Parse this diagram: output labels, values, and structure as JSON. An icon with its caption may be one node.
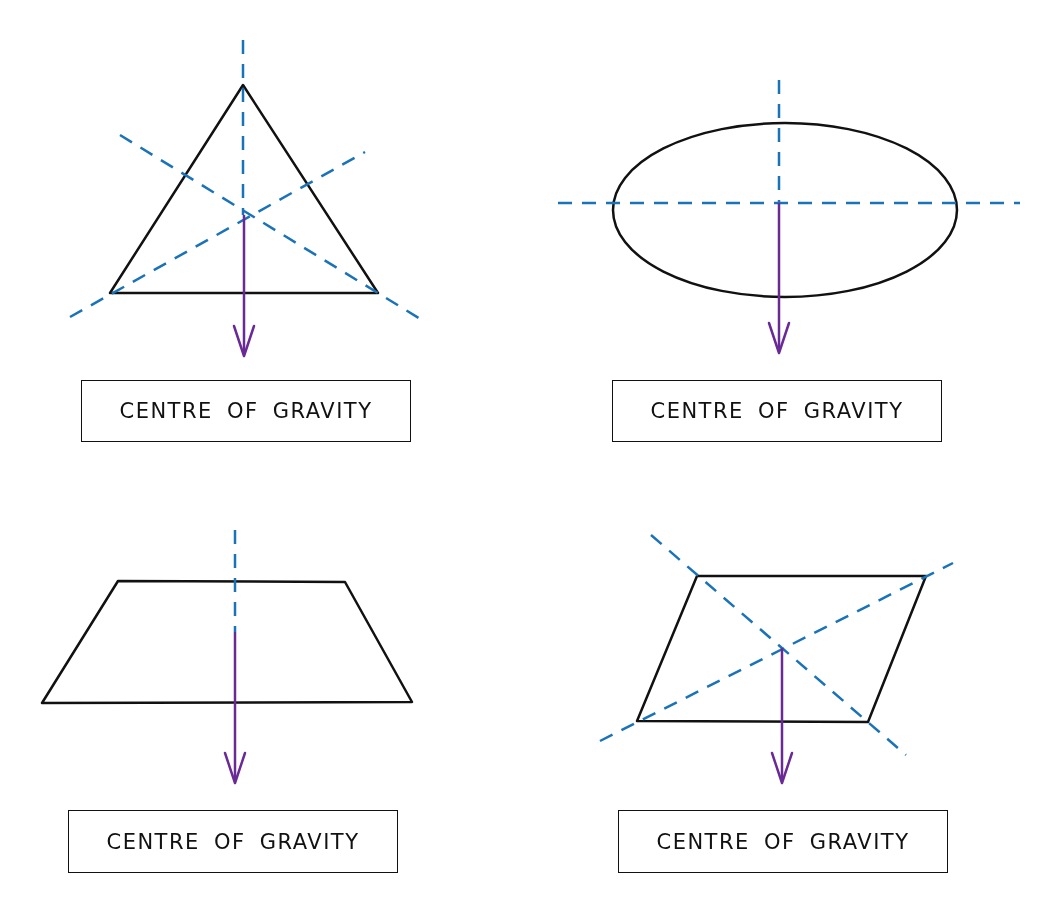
{
  "diagram": {
    "nodes": [
      {
        "text": [
          "CENTRE OF GRAVITY"
        ]
      },
      {
        "text": [
          "CENTRE OF GRAVITY"
        ]
      },
      {
        "text": [
          "CENTRE OF GRAVITY"
        ]
      },
      {
        "text": [
          "CENTRE OF GRAVITY"
        ]
      }
    ]
  }
}
